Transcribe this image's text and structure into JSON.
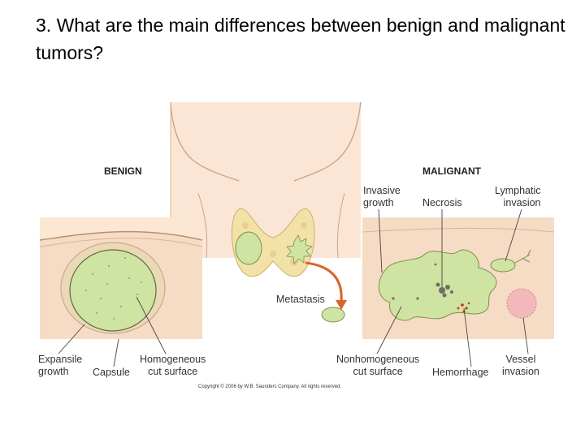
{
  "slide": {
    "title": "3. What are the main differences between benign and malignant tumors?"
  },
  "figure": {
    "benign": {
      "heading": "BENIGN",
      "labels": {
        "expansile": [
          "Expansile",
          "growth"
        ],
        "capsule": "Capsule",
        "homogeneous": [
          "Homogeneous",
          "cut surface"
        ]
      }
    },
    "malignant": {
      "heading": "MALIGNANT",
      "labels": {
        "invasive": [
          "Invasive",
          "growth"
        ],
        "necrosis": "Necrosis",
        "lymphatic": [
          "Lymphatic",
          "invasion"
        ],
        "nonhomogeneous": [
          "Nonhomogeneous",
          "cut surface"
        ],
        "hemorrhage": "Hemorrhage",
        "vessel": [
          "Vessel",
          "invasion"
        ]
      }
    },
    "metastasis_label": "Metastasis",
    "copyright": "Copyright © 2006 by W.B. Saunders Company. All rights reserved.",
    "colors": {
      "skin": "#f6dcc4",
      "neck": "#fbe6d6",
      "thyroid": "#f3e2a8",
      "tumor": "#cfe3a2",
      "tissue": "#f3dcb9",
      "arrow": "#d9642a"
    }
  }
}
